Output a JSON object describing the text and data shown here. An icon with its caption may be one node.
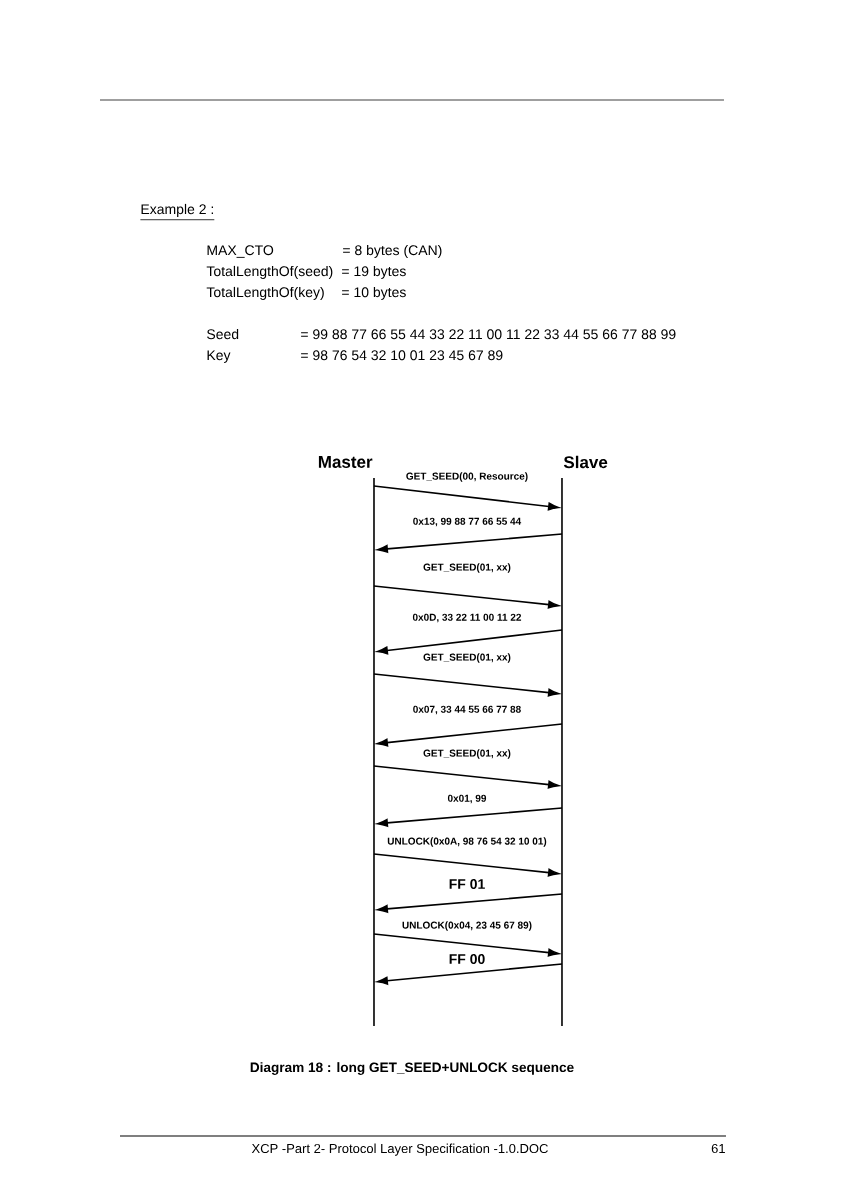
{
  "diagram": {
    "title": "Example 2 :",
    "caption": "Diagram 18 : long GET_SEED+UNLOCK sequence",
    "nodes": [
      {
        "text": [
          "Master"
        ]
      },
      {
        "text": [
          "Slave"
        ]
      }
    ],
    "edges": [
      {
        "from": 0,
        "to": 1,
        "arrow": "to",
        "label": "GET_SEED(00, Resource)"
      },
      {
        "from": 1,
        "to": 0,
        "arrow": "to",
        "label": "0x13, 99 88 77 66 55 44"
      },
      {
        "from": 0,
        "to": 1,
        "arrow": "to",
        "label": "GET_SEED(01, xx)"
      },
      {
        "from": 1,
        "to": 0,
        "arrow": "to",
        "label": "0x0D, 33 22 11 00 11 22"
      },
      {
        "from": 0,
        "to": 1,
        "arrow": "to",
        "label": "GET_SEED(01, xx)"
      },
      {
        "from": 1,
        "to": 0,
        "arrow": "to",
        "label": "0x07, 33 44 55 66 77 88"
      },
      {
        "from": 0,
        "to": 1,
        "arrow": "to",
        "label": "GET_SEED(01, xx)"
      },
      {
        "from": 1,
        "to": 0,
        "arrow": "to",
        "label": "0x01, 99"
      },
      {
        "from": 0,
        "to": 1,
        "arrow": "to",
        "label": "UNLOCK(0x0A, 98 76 54 32 10 01)"
      },
      {
        "from": 1,
        "to": 0,
        "arrow": "to",
        "label": "FF 01"
      },
      {
        "from": 0,
        "to": 1,
        "arrow": "to",
        "label": "UNLOCK(0x04, 23 45 67 89)"
      },
      {
        "from": 1,
        "to": 0,
        "arrow": "to",
        "label": "FF 00"
      }
    ],
    "labels": [
      "MAX_CTO",
      "= 8 bytes (CAN)",
      "TotalLengthOf(seed)",
      "= 19 bytes",
      "TotalLengthOf(key)",
      "= 10 bytes",
      "Seed",
      "= 99 88 77 66 55 44 33 22 11 00 11 22 33 44 55 66 77 88 99",
      "Key",
      "= 98 76 54 32 10 01 23 45 67 89",
      "XCP -Part 2- Protocol Layer Specification -1.0.DOC",
      "61"
    ]
  }
}
